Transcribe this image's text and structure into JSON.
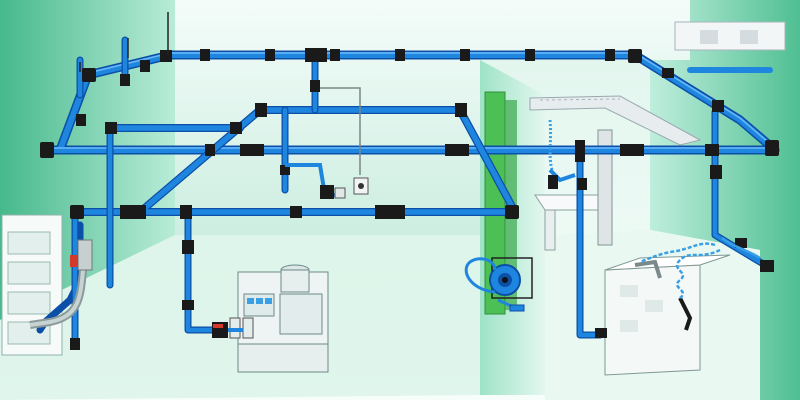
{
  "diagram": {
    "kind": "compressed-air-piping-system-illustration",
    "palette": {
      "pipe": "#1f86e0",
      "pipe_dark": "#0c4fa6",
      "pipe_highlight": "#7fc4ff",
      "fitting": "#1a1a1a",
      "wall": "#5cc9a0",
      "wall_light": "#bfeedd",
      "floor": "#e8f8f1",
      "machine": "#eef4f4",
      "machine_edge": "#6b8a86",
      "column": "#4cbf55",
      "valve_red": "#d33a2c",
      "hose": "#3aa0e6"
    },
    "components": [
      {
        "id": "ring-main",
        "icon": "pipe-loop"
      },
      {
        "id": "inner-loop",
        "icon": "pipe-loop"
      },
      {
        "id": "drop-legs",
        "icon": "pipe-drop"
      },
      {
        "id": "hose-reel",
        "icon": "reel-icon"
      },
      {
        "id": "air-guns",
        "icon": "blow-gun-icon"
      },
      {
        "id": "coiled-hoses",
        "icon": "coil-hose-icon"
      },
      {
        "id": "frl-unit",
        "icon": "filter-regulator-icon"
      },
      {
        "id": "machine",
        "icon": "machine-icon"
      },
      {
        "id": "flexible-hose",
        "icon": "flex-hose-icon"
      },
      {
        "id": "ball-valve",
        "icon": "valve-icon"
      }
    ]
  }
}
